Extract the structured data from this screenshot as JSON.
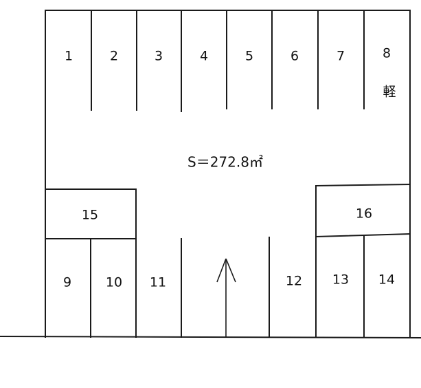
{
  "area_label": "S＝272.8㎡",
  "kei_mark": "軽",
  "spaces": {
    "s1": "1",
    "s2": "2",
    "s3": "3",
    "s4": "4",
    "s5": "5",
    "s6": "6",
    "s7": "7",
    "s8": "8",
    "s9": "9",
    "s10": "10",
    "s11": "11",
    "s12": "12",
    "s13": "13",
    "s14": "14",
    "s15": "15",
    "s16": "16"
  },
  "entrance_icon": "arrow-up-icon"
}
